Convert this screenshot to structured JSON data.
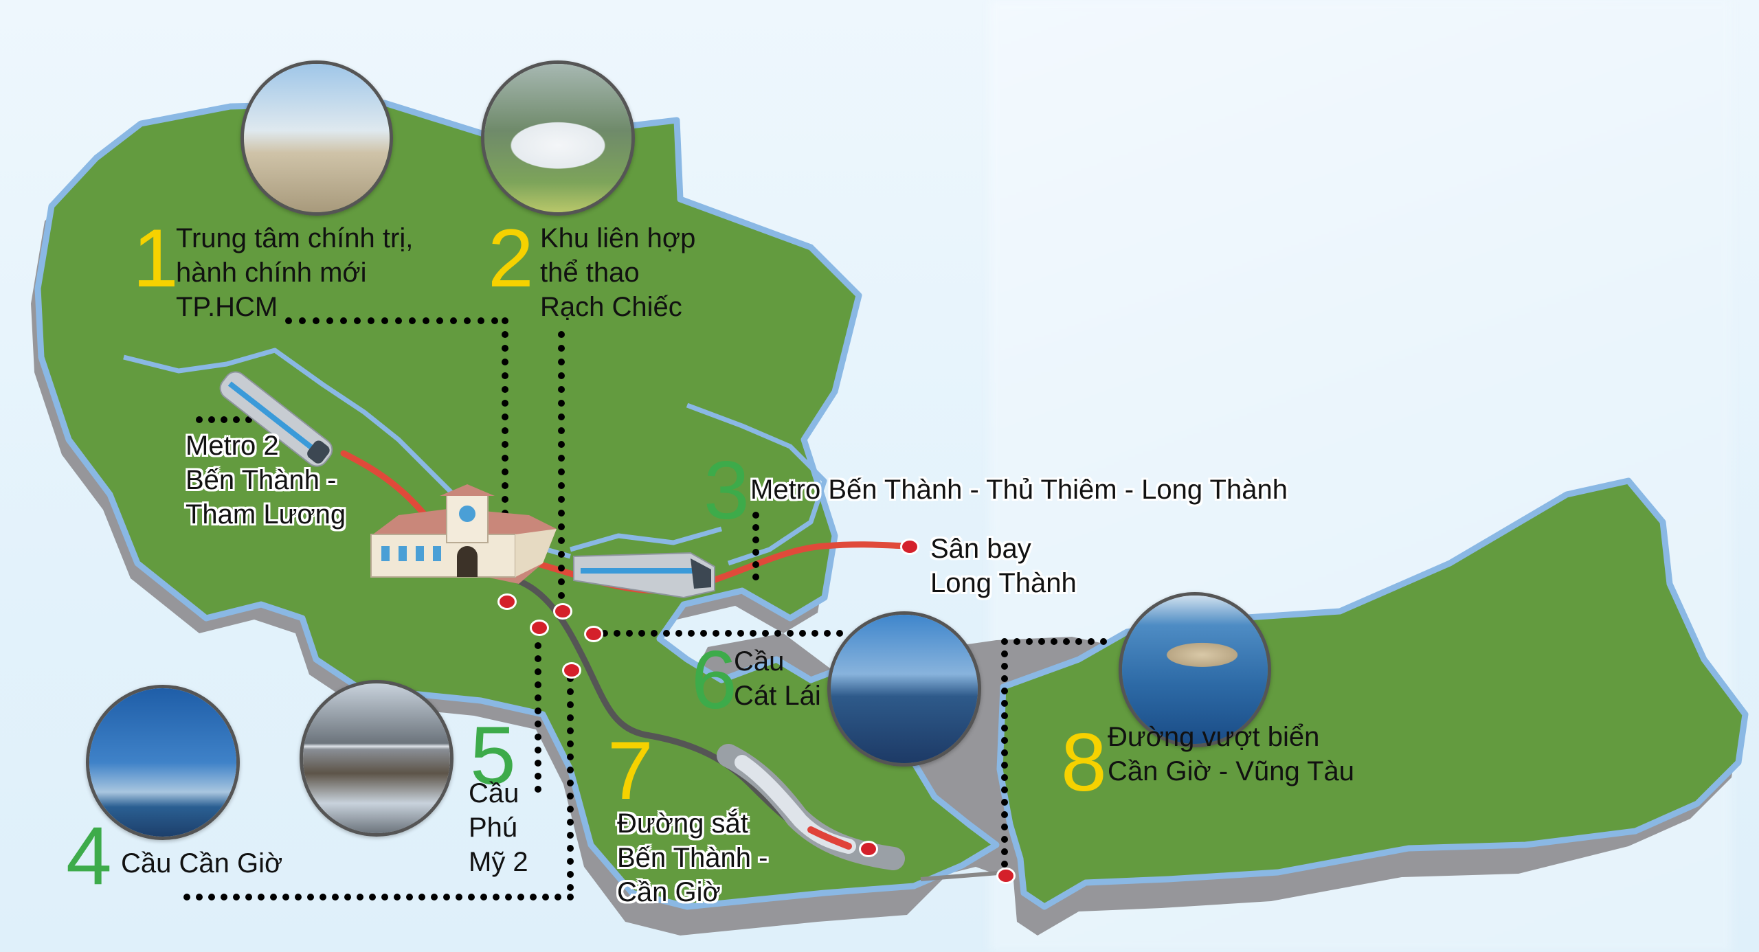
{
  "colors": {
    "background": "#e3f2fb",
    "land": "#639b3f",
    "coast_outline": "#8ab8e4",
    "shadow": "#96969a",
    "metro_line": "#e04a3a",
    "rail_line": "#555555",
    "marker": "#d4202a",
    "number_yellow": "#f6d200",
    "number_green": "#3dab4a"
  },
  "projects": [
    {
      "number": "1",
      "lines": [
        "Trung tâm chính trị,",
        "hành chính mới",
        "TP.HCM"
      ],
      "image": "government-building-photo",
      "number_color": "yellow"
    },
    {
      "number": "2",
      "lines": [
        "Khu liên hợp",
        "thể thao",
        "Rạch Chiếc"
      ],
      "image": "stadium-photo",
      "number_color": "yellow"
    },
    {
      "number": "3",
      "lines": [
        "Metro Bến Thành - Thủ Thiêm - Long Thành"
      ],
      "image": "metro-train",
      "number_color": "green"
    },
    {
      "number": "4",
      "lines": [
        "Cầu Cần Giờ"
      ],
      "image": "can-gio-bridge-photo",
      "number_color": "green"
    },
    {
      "number": "5",
      "lines": [
        "Cầu",
        "Phú",
        "Mỹ 2"
      ],
      "image": "phu-my-2-bridge-photo",
      "number_color": "green"
    },
    {
      "number": "6",
      "lines": [
        "Cầu",
        "Cát Lái"
      ],
      "image": "cat-lai-bridge-photo",
      "number_color": "green"
    },
    {
      "number": "7",
      "lines": [
        "Đường sắt",
        "Bến Thành -",
        "Cần Giờ"
      ],
      "image": "high-speed-train",
      "number_color": "yellow"
    },
    {
      "number": "8",
      "lines": [
        "Đường vượt biển",
        "Cần Giờ - Vũng Tàu"
      ],
      "image": "sea-road-photo",
      "number_color": "yellow"
    }
  ],
  "metro2": {
    "lines": [
      "Metro 2",
      "Bến Thành -",
      "Tham Lương"
    ]
  },
  "airport": {
    "lines": [
      "Sân bay",
      "Long Thành"
    ]
  },
  "landmark": "Ben Thanh Market"
}
